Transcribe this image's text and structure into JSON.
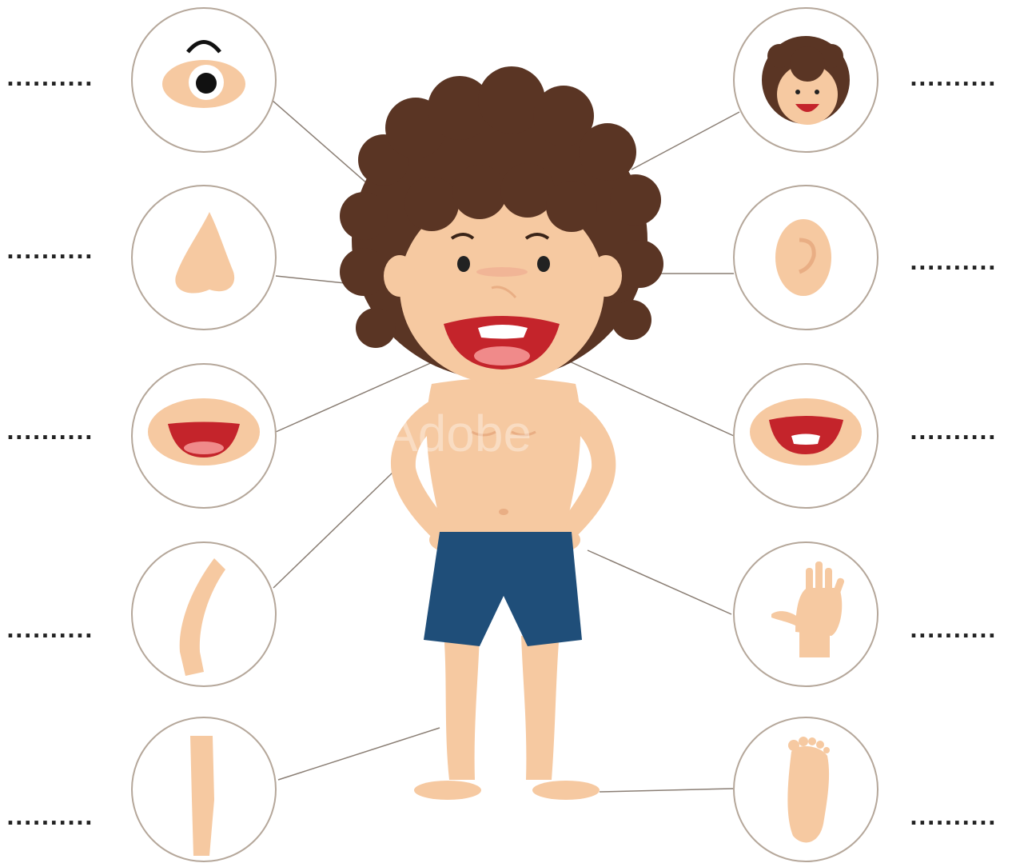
{
  "worksheet": {
    "blank_text": "..........",
    "watermark": "Adobe",
    "left_labels": [
      {
        "part": "eye",
        "icon": "eye-icon"
      },
      {
        "part": "nose",
        "icon": "nose-icon"
      },
      {
        "part": "mouth",
        "icon": "mouth-icon"
      },
      {
        "part": "arm",
        "icon": "arm-icon"
      },
      {
        "part": "leg",
        "icon": "leg-icon"
      }
    ],
    "right_labels": [
      {
        "part": "head",
        "icon": "head-icon"
      },
      {
        "part": "ear",
        "icon": "ear-icon"
      },
      {
        "part": "teeth",
        "icon": "teeth-icon"
      },
      {
        "part": "hand",
        "icon": "hand-icon"
      },
      {
        "part": "foot",
        "icon": "foot-icon"
      }
    ]
  },
  "colors": {
    "skin": "#F6C9A1",
    "skin_shade": "#E9AE84",
    "hair": "#5A3524",
    "shorts": "#1F4E79",
    "mouth": "#C4242B",
    "tongue": "#F08A8A",
    "circle_border": "#B5A79A",
    "line": "#8A7E74"
  }
}
